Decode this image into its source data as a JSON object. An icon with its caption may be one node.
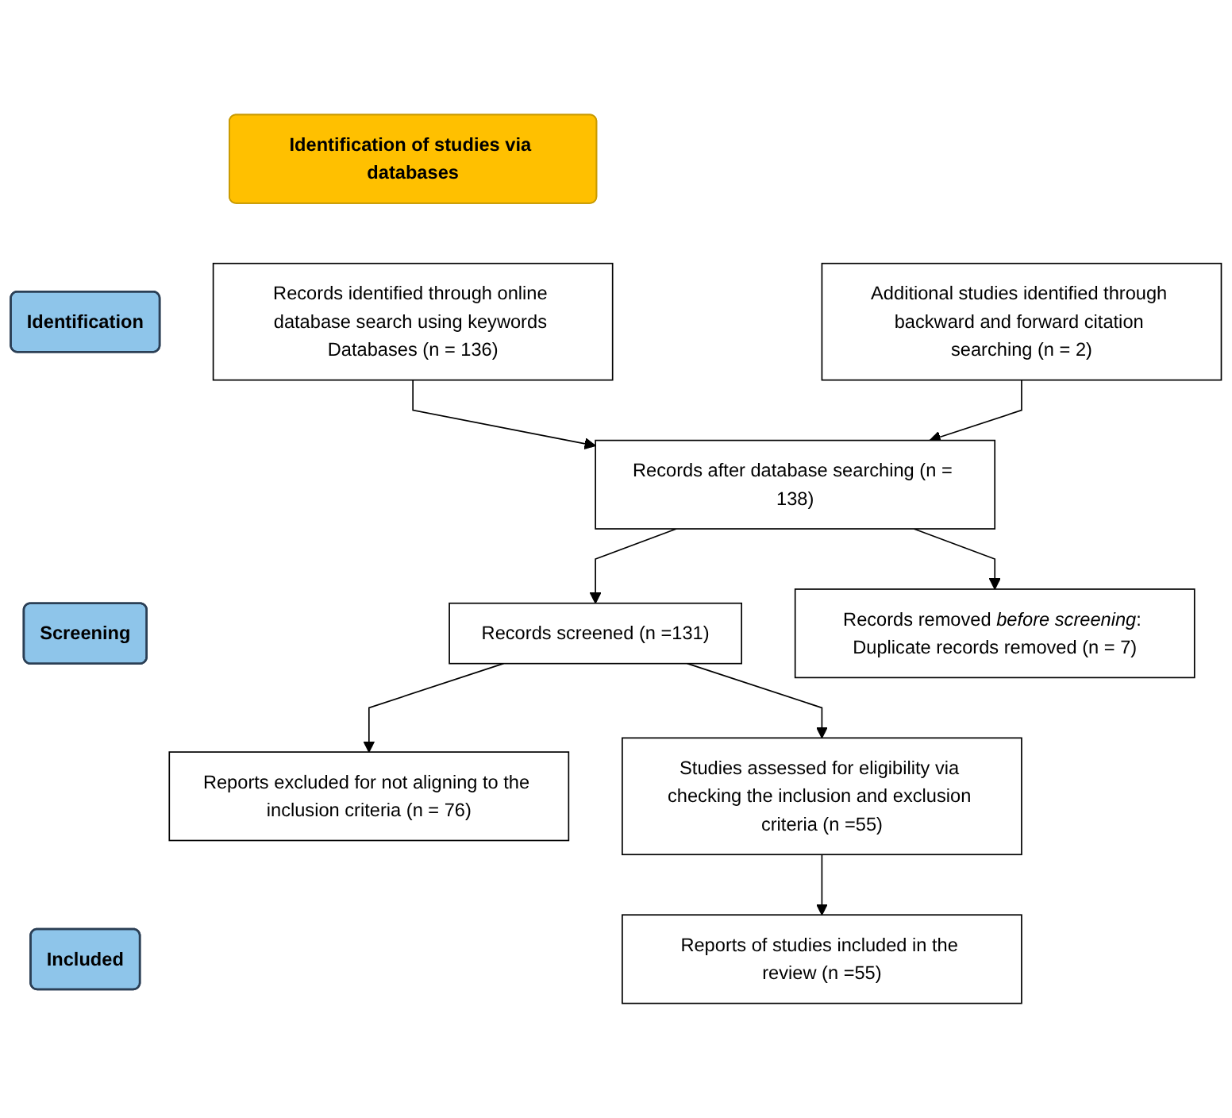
{
  "diagram": {
    "nodes": [
      {
        "text": [
          "Identification of studies via databases"
        ]
      },
      {
        "text": [
          "Identification"
        ]
      },
      {
        "text": [
          "Records identified through online database search using keywords Databases (n = 136)"
        ]
      },
      {
        "text": [
          "Additional studies identified through backward and forward citation searching (n = 2)"
        ]
      },
      {
        "text": [
          "Records after database searching (n = 138)"
        ]
      },
      {
        "text": [
          "Records removed *before screening*: Duplicate records removed (n = 7)"
        ]
      },
      {
        "text": [
          "Screening"
        ]
      },
      {
        "text": [
          "Records screened (n =131)"
        ]
      },
      {
        "text": [
          "Reports excluded for not aligning to the inclusion criteria (n = 76)"
        ]
      },
      {
        "text": [
          "Studies assessed for eligibility via checking the inclusion and exclusion criteria (n =55)"
        ]
      },
      {
        "text": [
          "Included"
        ]
      },
      {
        "text": [
          "Reports of studies included in the review (n =55)"
        ]
      }
    ],
    "edges": [
      {
        "from": 2,
        "to": 4,
        "arrow": "to"
      },
      {
        "from": 3,
        "to": 4,
        "arrow": "to"
      },
      {
        "from": 4,
        "to": 5,
        "arrow": "to"
      },
      {
        "from": 4,
        "to": 7,
        "arrow": "to"
      },
      {
        "from": 7,
        "to": 8,
        "arrow": "to"
      },
      {
        "from": 7,
        "to": 9,
        "arrow": "to"
      },
      {
        "from": 9,
        "to": 11,
        "arrow": "to"
      }
    ]
  }
}
